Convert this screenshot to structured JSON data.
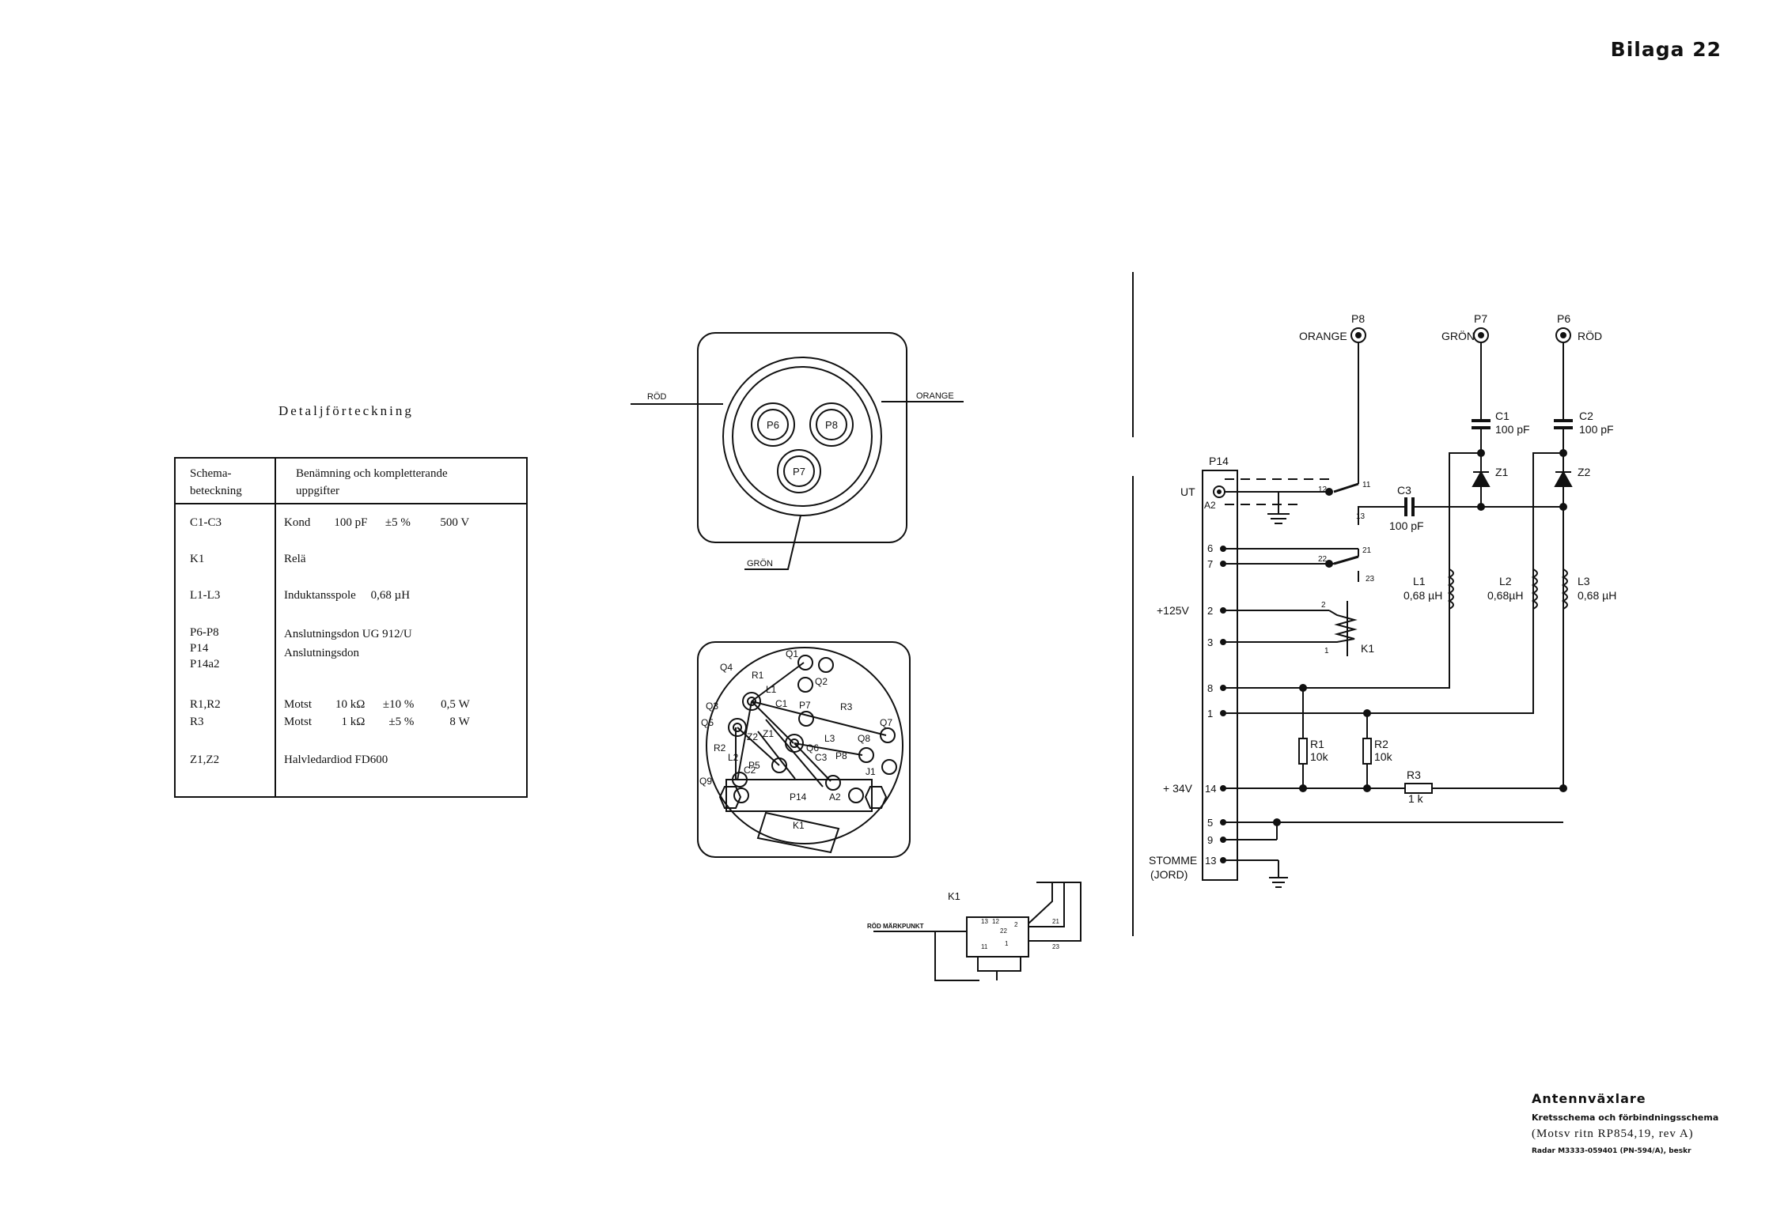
{
  "page_label": "Bilaga 22",
  "parts_list": {
    "title": "Detaljförteckning",
    "header_col1": "Schema-\nbeteckning",
    "header_col2": "Benämning och kompletterande\nuppgifter",
    "rows": [
      {
        "ref": "C1-C3",
        "desc": "Kond        100 pF      ±5 %          500 V"
      },
      {
        "ref": "K1",
        "desc": "Relä"
      },
      {
        "ref": "L1-L3",
        "desc": "Induktansspole     0,68 µH"
      },
      {
        "ref": "P6-P8\nP14\nP14a2",
        "desc": "Anslutningsdon UG 912/U\nAnslutningsdon"
      },
      {
        "ref": "R1,R2\nR3",
        "desc": "Motst        10 kΩ      ±10 %         0,5 W\nMotst          1 kΩ        ±5 %            8 W"
      },
      {
        "ref": "Z1,Z2",
        "desc": "Halvledardiod FD600"
      }
    ]
  },
  "connector_view": {
    "pins": [
      "P6",
      "P8",
      "P7"
    ],
    "wire_left": "RÖD",
    "wire_right": "ORANGE",
    "wire_bottom": "GRÖN"
  },
  "board_view": {
    "labels": [
      "Q1",
      "Q2",
      "Q3",
      "Q4",
      "Q5",
      "Q6",
      "Q7",
      "Q8",
      "Q9",
      "R1",
      "R2",
      "R3",
      "L1",
      "L2",
      "L3",
      "C1",
      "C2",
      "C3",
      "Z1",
      "Z2",
      "P5",
      "P7",
      "P8",
      "J1",
      "P14",
      "A2",
      "K1"
    ]
  },
  "relay_detail": {
    "title": "K1",
    "marker": "RÖD MÄRKPUNKT",
    "pins": [
      "13",
      "12",
      "2",
      "21",
      "11",
      "1",
      "22",
      "23"
    ]
  },
  "schematic": {
    "P8": {
      "name": "P8",
      "color": "ORANGE"
    },
    "P7": {
      "name": "P7",
      "color": "GRÖN"
    },
    "P6": {
      "name": "P6",
      "color": "RÖD"
    },
    "C1": {
      "name": "C1",
      "value": "100 pF"
    },
    "C2": {
      "name": "C2",
      "value": "100 pF"
    },
    "C3": {
      "name": "C3",
      "value": "100 pF"
    },
    "Z1": "Z1",
    "Z2": "Z2",
    "L1": {
      "name": "L1",
      "value": "0,68 µH"
    },
    "L2": {
      "name": "L2",
      "value": "0,68µH"
    },
    "L3": {
      "name": "L3",
      "value": "0,68 µH"
    },
    "R1": {
      "name": "R1",
      "value": "10k"
    },
    "R2": {
      "name": "R2",
      "value": "10k"
    },
    "R3": {
      "name": "R3",
      "value": "1 k"
    },
    "K1": "K1",
    "connector": "P14",
    "ut": "UT",
    "a2": "A2",
    "pins": [
      "6",
      "7",
      "2",
      "3",
      "8",
      "1",
      "14",
      "5",
      "9",
      "13"
    ],
    "supply_125": "+125V",
    "supply_34": "+ 34V",
    "ground_line1": "STOMME",
    "ground_line2": "(JORD)",
    "relay_contacts": [
      "12",
      "11",
      "13",
      "21",
      "22",
      "23",
      "2",
      "1"
    ]
  },
  "title_block": {
    "title": "Antennväxlare",
    "subtitle": "Kretsschema och förbindningsschema",
    "ref": "(Motsv ritn RP854,19, rev A)",
    "doc": "Radar M3333-059401 (PN-594/A), beskr"
  }
}
